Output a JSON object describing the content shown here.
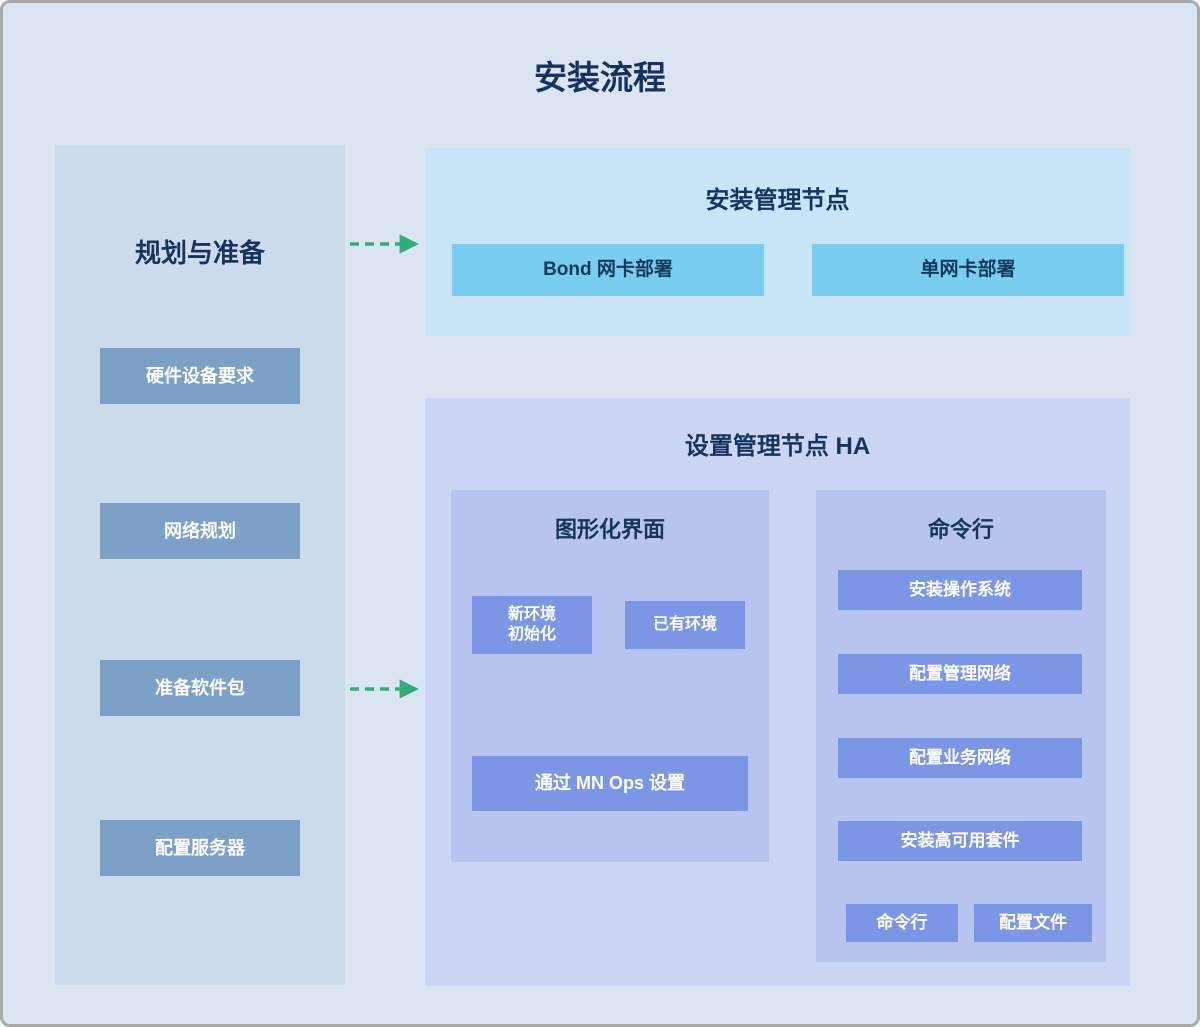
{
  "title": "安装流程",
  "colors": {
    "page_bg": "#dbe5f1",
    "outer_border": "#a9a9a9",
    "left_panel_bg": "#cddcec",
    "left_box_bg": "#7da1c6",
    "cyan_panel_bg": "#c6e6f8",
    "cyan_box_bg": "#79cdf0",
    "ha_panel_bg": "#cbd6f4",
    "subpanel_bg": "#b7c4ef",
    "subpanel_box_bg": "#7c96e6",
    "heading_text": "#17355c",
    "blue_arrow": "#4f7dbf",
    "green_arrow": "#2fae7c"
  },
  "left_panel": {
    "title": "规划与准备",
    "steps": [
      "硬件设备要求",
      "网络规划",
      "准备软件包",
      "配置服务器"
    ]
  },
  "install_panel": {
    "title": "安装管理节点",
    "options": [
      "Bond 网卡部署",
      "单网卡部署"
    ]
  },
  "ha_panel": {
    "title": "设置管理节点 HA",
    "gui": {
      "title": "图形化界面",
      "source_new": {
        "line1": "新环境",
        "line2": "初始化"
      },
      "source_existing": "已有环境",
      "target": "通过 MN Ops 设置"
    },
    "cli": {
      "title": "命令行",
      "steps": [
        "安装操作系统",
        "配置管理网络",
        "配置业务网络",
        "安装高可用套件"
      ],
      "branches": [
        "命令行",
        "配置文件"
      ]
    }
  }
}
